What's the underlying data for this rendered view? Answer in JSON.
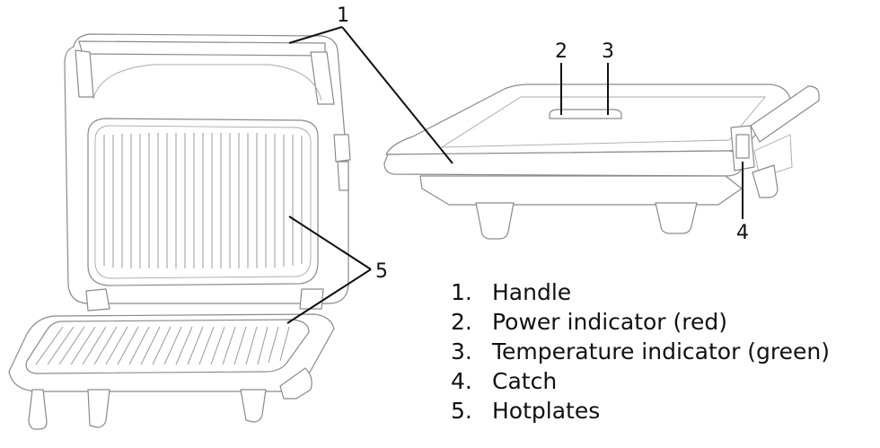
{
  "callouts": {
    "handle": "1",
    "power_indicator": "2",
    "temperature_indicator": "3",
    "catch": "4",
    "hotplates": "5"
  },
  "legend": [
    {
      "number": "1.",
      "label": "Handle"
    },
    {
      "number": "2.",
      "label": "Power indicator (red)"
    },
    {
      "number": "3.",
      "label": "Temperature indicator (green)"
    },
    {
      "number": "4.",
      "label": "Catch"
    },
    {
      "number": "5.",
      "label": "Hotplates"
    }
  ]
}
